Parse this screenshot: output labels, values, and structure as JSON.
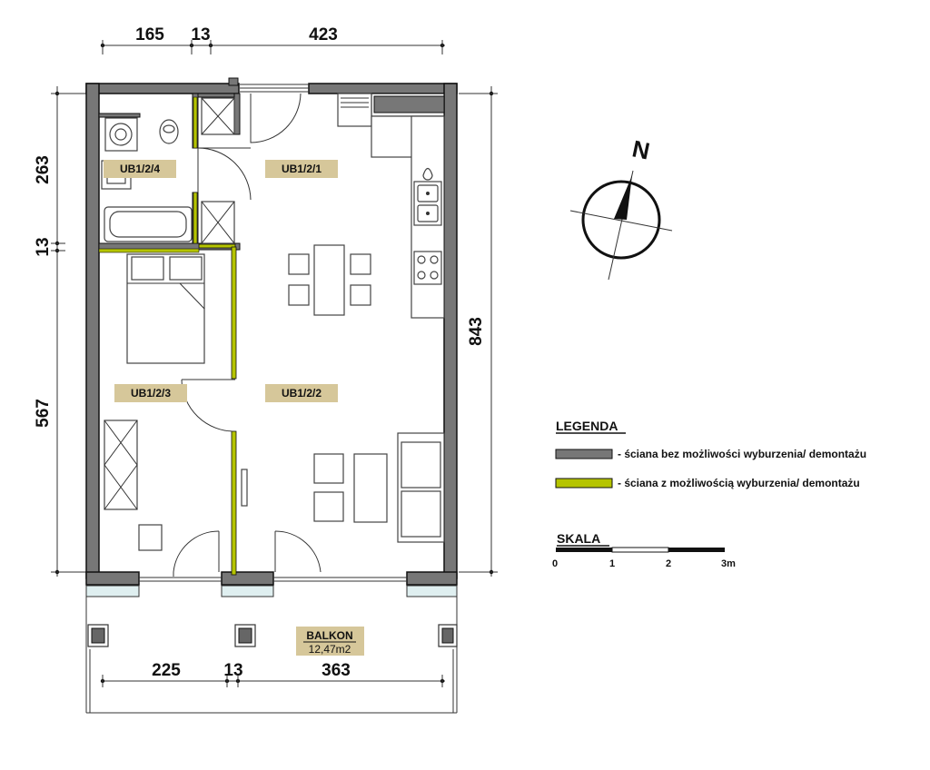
{
  "dimensions": {
    "top": [
      "165",
      "13",
      "423"
    ],
    "left": [
      "263",
      "13",
      "567"
    ],
    "right": "843",
    "bottom": [
      "225",
      "13",
      "363"
    ]
  },
  "rooms": [
    {
      "id": "UB1/2/4"
    },
    {
      "id": "UB1/2/1"
    },
    {
      "id": "UB1/2/3"
    },
    {
      "id": "UB1/2/2"
    }
  ],
  "balcony": {
    "label": "BALKON",
    "area": "12,47m2"
  },
  "compass": {
    "label": "N"
  },
  "legend": {
    "title": "LEGENDA",
    "items": [
      {
        "text": "- ściana bez możliwości wyburzenia/ demontażu",
        "color": "#777777"
      },
      {
        "text": "- ściana z możliwością wyburzenia/ demontażu",
        "color": "#b5c400"
      }
    ]
  },
  "scale": {
    "title": "SKALA",
    "ticks": [
      "0",
      "1",
      "2",
      "3m"
    ]
  },
  "colors": {
    "wall_fixed": "#777777",
    "wall_removable": "#b5c400",
    "label_bg": "#d6c79a"
  }
}
